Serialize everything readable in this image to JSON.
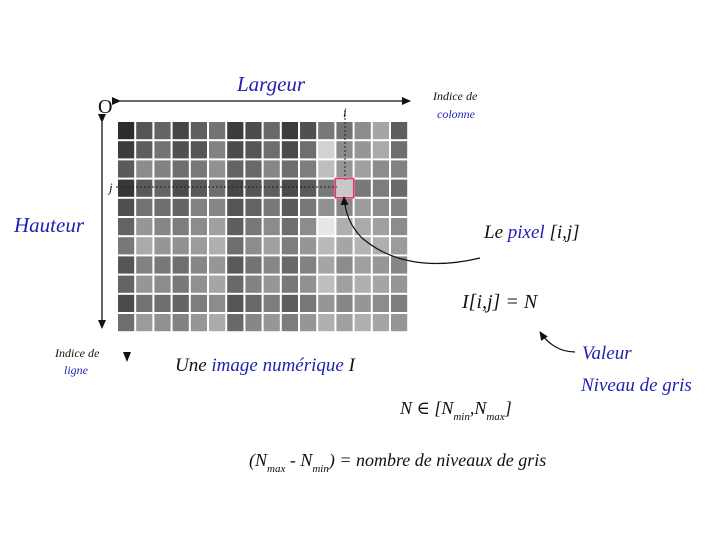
{
  "labels": {
    "largeur": "Largeur",
    "hauteur": "Hauteur",
    "origin": "O",
    "col_index_line1": "Indice de",
    "col_index_line2": "colonne",
    "row_index_line1": "Indice de",
    "row_index_line2": "ligne",
    "i": "i",
    "j": "j",
    "pixel_prefix": "Le ",
    "pixel_word": "pixel",
    "pixel_suffix": " [i,j]",
    "caption_prefix": "Une ",
    "caption_image": "image numérique",
    "caption_suffix": " I",
    "equation": "I[i,j] = N",
    "value_line1": "Valeur",
    "value_line2": "Niveau de gris",
    "interval_start": "N ∈  [N",
    "sub_min": "min",
    "comma": ",N",
    "sub_max": "max",
    "interval_end": "]",
    "levels_open": "(N",
    "levels_minus": " - N",
    "levels_close": ") = nombre de niveaux de gris"
  },
  "grid": {
    "rows": 11,
    "cols": 16,
    "highlight": {
      "row": 3,
      "col": 12
    },
    "gray_levels": [
      [
        45,
        85,
        100,
        70,
        95,
        115,
        60,
        75,
        105,
        60,
        80,
        120,
        115,
        140,
        165,
        95
      ],
      [
        60,
        95,
        115,
        80,
        85,
        130,
        75,
        85,
        110,
        75,
        110,
        210,
        140,
        150,
        170,
        110
      ],
      [
        90,
        140,
        130,
        110,
        120,
        145,
        100,
        105,
        135,
        110,
        125,
        190,
        150,
        160,
        140,
        130
      ],
      [
        55,
        90,
        100,
        75,
        90,
        110,
        70,
        85,
        95,
        75,
        90,
        120,
        200,
        120,
        125,
        105
      ],
      [
        80,
        115,
        110,
        100,
        130,
        135,
        85,
        100,
        120,
        90,
        120,
        145,
        135,
        155,
        140,
        130
      ],
      [
        100,
        150,
        135,
        125,
        140,
        160,
        95,
        120,
        140,
        110,
        140,
        230,
        175,
        170,
        160,
        140
      ],
      [
        120,
        170,
        150,
        145,
        155,
        175,
        110,
        140,
        160,
        125,
        150,
        185,
        165,
        180,
        175,
        155
      ],
      [
        85,
        130,
        120,
        110,
        135,
        150,
        90,
        115,
        135,
        105,
        130,
        165,
        140,
        160,
        150,
        135
      ],
      [
        100,
        150,
        140,
        120,
        145,
        165,
        105,
        130,
        150,
        120,
        145,
        190,
        160,
        175,
        165,
        150
      ],
      [
        75,
        115,
        110,
        100,
        125,
        140,
        85,
        105,
        125,
        95,
        120,
        150,
        135,
        150,
        140,
        125
      ],
      [
        110,
        155,
        145,
        130,
        150,
        170,
        105,
        135,
        150,
        125,
        150,
        175,
        160,
        175,
        165,
        150
      ]
    ]
  },
  "colors": {
    "label_blue": "#1f1fb4",
    "highlight": "#e8336d",
    "text": "#111111"
  }
}
